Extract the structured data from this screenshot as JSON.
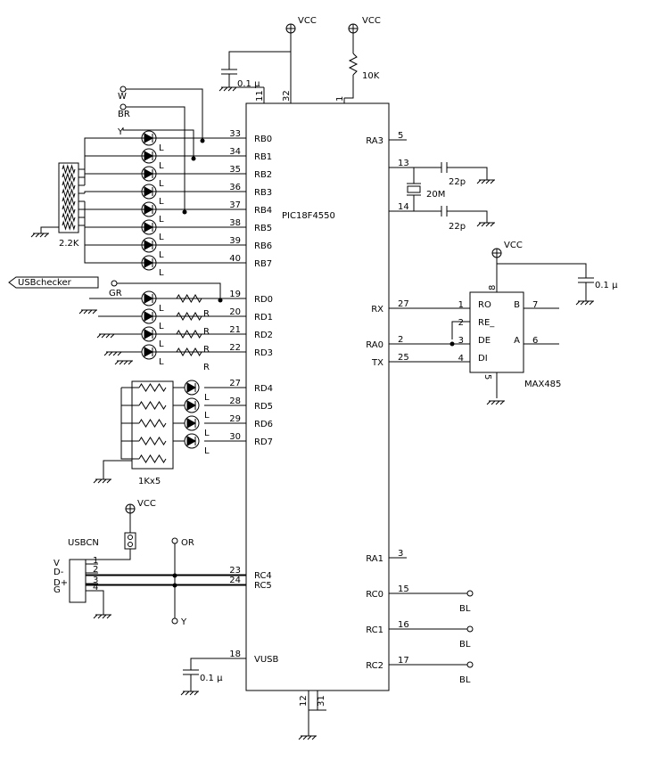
{
  "mcu": {
    "name": "PIC18F4550",
    "left_pins": [
      {
        "num": "33",
        "name": "RB0"
      },
      {
        "num": "34",
        "name": "RB1"
      },
      {
        "num": "35",
        "name": "RB2"
      },
      {
        "num": "36",
        "name": "RB3"
      },
      {
        "num": "37",
        "name": "RB4"
      },
      {
        "num": "38",
        "name": "RB5"
      },
      {
        "num": "39",
        "name": "RB6"
      },
      {
        "num": "40",
        "name": "RB7"
      },
      {
        "num": "19",
        "name": "RD0"
      },
      {
        "num": "20",
        "name": "RD1"
      },
      {
        "num": "21",
        "name": "RD2"
      },
      {
        "num": "22",
        "name": "RD3"
      },
      {
        "num": "27",
        "name": "RD4"
      },
      {
        "num": "28",
        "name": "RD5"
      },
      {
        "num": "29",
        "name": "RD6"
      },
      {
        "num": "30",
        "name": "RD7"
      },
      {
        "num": "23",
        "name": "RC4"
      },
      {
        "num": "24",
        "name": "RC5"
      },
      {
        "num": "18",
        "name": "VUSB"
      }
    ],
    "right_pins": [
      {
        "num": "5",
        "name": "RA3"
      },
      {
        "num": "13",
        "name": ""
      },
      {
        "num": "14",
        "name": ""
      },
      {
        "num": "27",
        "name": "RX"
      },
      {
        "num": "2",
        "name": "RA0"
      },
      {
        "num": "25",
        "name": "TX"
      },
      {
        "num": "3",
        "name": "RA1"
      },
      {
        "num": "15",
        "name": "RC0"
      },
      {
        "num": "16",
        "name": "RC1"
      },
      {
        "num": "17",
        "name": "RC2"
      }
    ],
    "top_pins": [
      "11",
      "32",
      "1"
    ],
    "bottom_pins": [
      "12",
      "31"
    ]
  },
  "max485": {
    "name": "MAX485",
    "left": [
      {
        "num": "1",
        "name": "RO"
      },
      {
        "num": "2",
        "name": "RE_"
      },
      {
        "num": "3",
        "name": "DE"
      },
      {
        "num": "4",
        "name": "DI"
      }
    ],
    "right": [
      {
        "num": "7",
        "name": "B"
      },
      {
        "num": "6",
        "name": "A"
      }
    ],
    "top_pin": "8",
    "bottom_pin": "5"
  },
  "power": {
    "vcc": "VCC"
  },
  "parts": {
    "c_top": "0.1 μ",
    "c_max": "0.1 μ",
    "c_vusb": "0.1 μ",
    "r_pullup": "10K",
    "crystal": "20M",
    "c_xtal": "22p",
    "rnet1": "2.2K",
    "rnet2": "1Kx5",
    "usb_conn": "USBCN",
    "usb_checker": "USBchecker"
  },
  "usb_pins": [
    {
      "label": "V",
      "num": "1"
    },
    {
      "label": "D-",
      "num": "2"
    },
    {
      "label": "D+",
      "num": "3"
    },
    {
      "label": "G",
      "num": "4"
    }
  ],
  "wire_labels": {
    "w": "W",
    "br": "BR",
    "y": "Y",
    "gr": "GR",
    "or": "OR",
    "y2": "Y",
    "bl": "BL"
  },
  "led_colors": {
    "rb": [
      "L",
      "L",
      "L",
      "L",
      "L",
      "L",
      "L",
      "L"
    ],
    "rd": [
      "L",
      "L",
      "L",
      "L"
    ],
    "rd_r": [
      "R",
      "R",
      "R",
      "R"
    ],
    "rdh": [
      "L",
      "L",
      "L",
      "L"
    ]
  }
}
